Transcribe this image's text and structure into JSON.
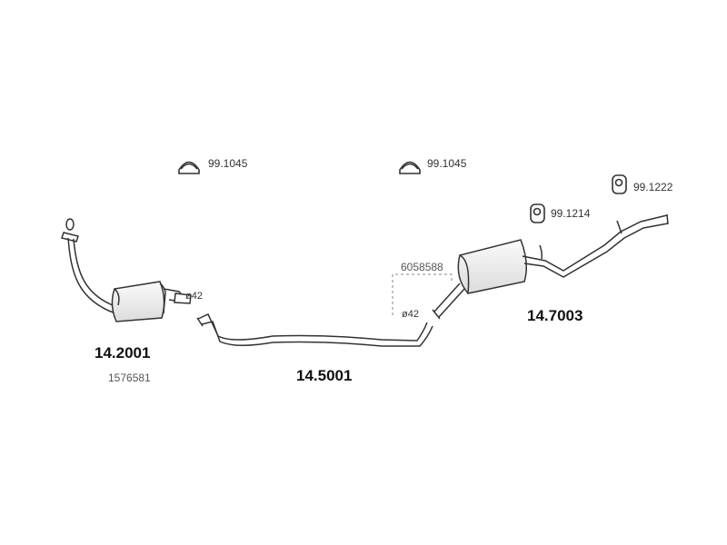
{
  "clamps": {
    "clamp_1_code": "99.1045",
    "clamp_2_code": "99.1045"
  },
  "hangers": {
    "hanger_1_code": "99.1214",
    "hanger_2_code": "99.1222"
  },
  "parts": {
    "front_muffler_code": "14.2001",
    "front_muffler_ref": "1576581",
    "middle_pipe_code": "14.5001",
    "rear_muffler_code": "14.7003",
    "rear_muffler_ref": "6058588"
  },
  "dimensions": {
    "front_diameter": "ø42",
    "middle_diameter": "ø42"
  },
  "colors": {
    "line": "#333333",
    "body_fill": "#f2f2f2",
    "dashed": "#888888"
  }
}
